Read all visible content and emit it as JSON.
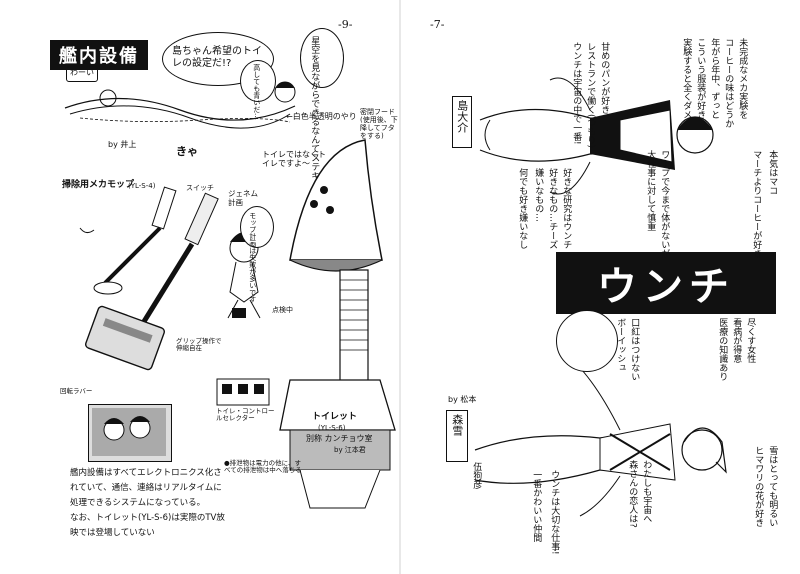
{
  "left_page": {
    "page_number": "-9-",
    "title": "艦内設備",
    "bubble_main": "島ちゃん希望のトイレの設定だ!?",
    "bubble_right": "星空を見ながらできるなんてステキ",
    "bubble_small": "高しても青いだ…",
    "small_bubble_left": "わーい",
    "signature_left": "by 井上",
    "label_white_dome": "←白色半透明のやり",
    "label_hood": "密閉フード(使用後、下降してフタをする)",
    "label_toilet_not": "トイレではなくトイレですよ〜",
    "mop_label": "掃除用メカモップ",
    "mop_code": "(YL-S-4)",
    "label_switch": "スイッチ",
    "label_grip": "グリップ操作で伸縮自在",
    "label_roller": "回転ラバー",
    "label_mops_memo": "モップ計画は失敗が多いです",
    "label_shown_plan": "ジェネム計画",
    "label_check": "点検中",
    "kya": "きゃ",
    "toilet_label": "トイレット",
    "toilet_code": "(YL-S-6)",
    "toilet_author": "別称 カンチョウ室",
    "toilet_by": "by 江本君",
    "selector_label": "トイレ・コントロールセレクター",
    "label_waste": "●排泄物は電力の他に、すべての排泄物は中へ落ちる",
    "caption_lines": [
      "艦内設備はすべてエレクトロニクス化さ",
      "れていて、通信、連絡はリアルタイムに",
      "処理できるシステムになっている。",
      "なお、トイレット(YL-S-6)は実際のTV放",
      "映では登場していない"
    ]
  },
  "right_page": {
    "page_number": "-7-",
    "banner_title": "ウンチ",
    "character_top_name": "島大介",
    "character_bottom_name": "森雪",
    "author_top": "by 松本",
    "author_bottom": "伍狗彦",
    "top_notes": [
      "未完成なメカ実験を",
      "コーヒーの味はどうか",
      "年がら年中、ずっと",
      "こういう服装が好き",
      "実験すると全くダメ",
      "本気はマコ",
      "マーチよりコーヒーが好き",
      "甘めのパンが好き",
      "レストランで働く(つもり)",
      "ウンチは宇宙の中で一番!"
    ],
    "middle_notes": [
      "ワープで今まで体がないが",
      "大仕事に対して慎重",
      "好きな研究はウンチ",
      "好きなもの…チーズ",
      "嫌いなもの…",
      "何でも好き嫌いなし"
    ],
    "bottom_notes": [
      "尽くす女性",
      "看病が得意",
      "医療の知識あり",
      "口紅はつけない",
      "ボーイッシュ",
      "雪はとっても明るい",
      "ヒマワリの花が好き",
      "わたしも宇宙へ",
      "森さんの恋人は?",
      "ウンチは大切な仕事!",
      "一番かわいい仲間"
    ]
  }
}
